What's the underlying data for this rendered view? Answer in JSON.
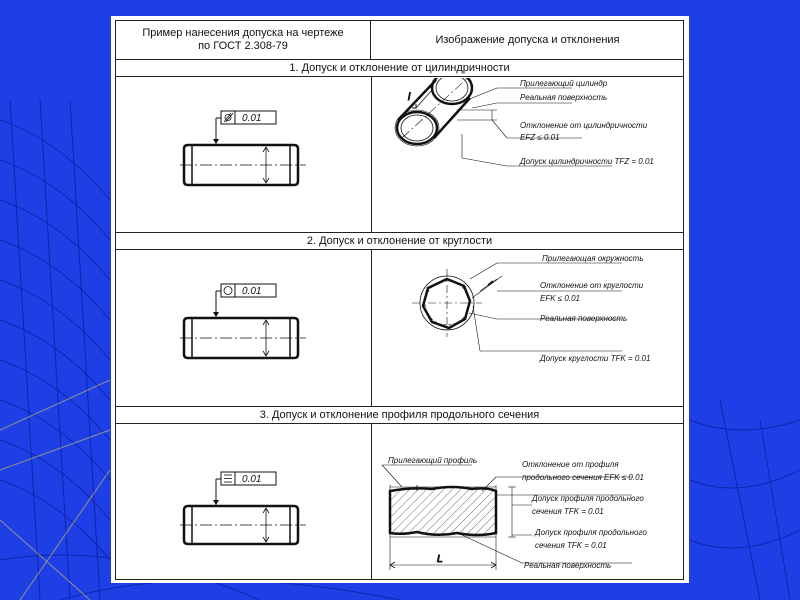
{
  "table": {
    "header_left": "Пример нанесения допуска на чертеже\nпо ГОСТ 2.308-79",
    "header_right": "Изображение допуска и отклонения",
    "sections": [
      {
        "title": "1. Допуск и отклонение от цилиндричности",
        "fcf_value": "0.01",
        "fcf_icon": "cylindricity-icon",
        "labels": {
          "l1": "Прилегающий цилиндр",
          "l2": "Реальная поверхность",
          "l3": "Отклонение от цилиндричности",
          "l4": "EFZ ≤ 0.01",
          "l5": "Допуск цилиндричности TFZ = 0.01",
          "dim": "l"
        }
      },
      {
        "title": "2. Допуск и отклонение от круглости",
        "fcf_value": "0.01",
        "fcf_icon": "circularity-icon",
        "labels": {
          "l1": "Прилегающая окружность",
          "l2": "Отклонение от круглости",
          "l3": "EFK ≤ 0.01",
          "l4": "Реальная поверхность",
          "l5": "Допуск круглости TFK = 0.01"
        }
      },
      {
        "title": "3. Допуск и отклонение профиля продольного сечения",
        "fcf_value": "0.01",
        "fcf_icon": "profile-longitudinal-icon",
        "labels": {
          "l1": "Прилегающий профиль",
          "l2": "Отклонение от профиля",
          "l3": "продольного сечения  EFK ≤ 0.01",
          "l4": "Допуск профиля продольного",
          "l5": "сечения TFK = 0.01",
          "l6": "Допуск профиля продольного",
          "l7": "сечения TFK = 0.01",
          "l8": "Реальная поверхность",
          "dim": "L"
        }
      }
    ]
  }
}
